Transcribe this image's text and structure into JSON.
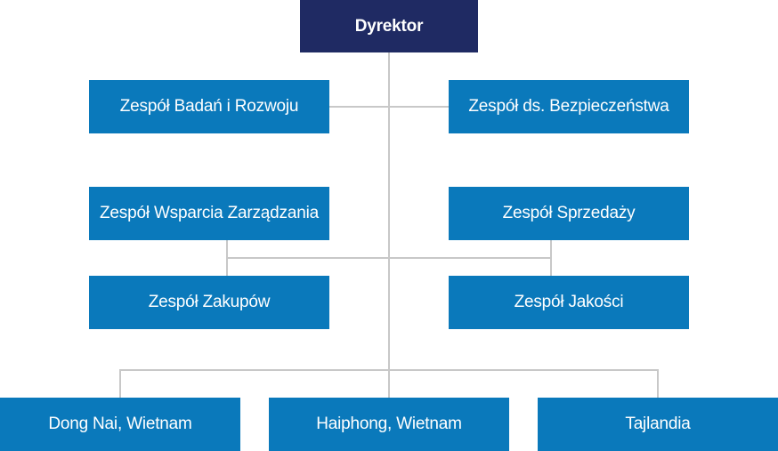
{
  "colors": {
    "top": "#1f2a63",
    "team": "#0a79bb",
    "connector": "#c8c8c8"
  },
  "director": "Dyrektor",
  "teams": {
    "research": "Zespół Badań i Rozwoju",
    "security": "Zespół ds. Bezpieczeństwa",
    "management_support": "Zespół Wsparcia Zarządzania",
    "sales": "Zespół Sprzedaży",
    "purchasing": "Zespół Zakupów",
    "quality": "Zespół Jakości"
  },
  "locations": [
    "Dong Nai, Wietnam",
    "Haiphong, Wietnam",
    "Tajlandia"
  ]
}
